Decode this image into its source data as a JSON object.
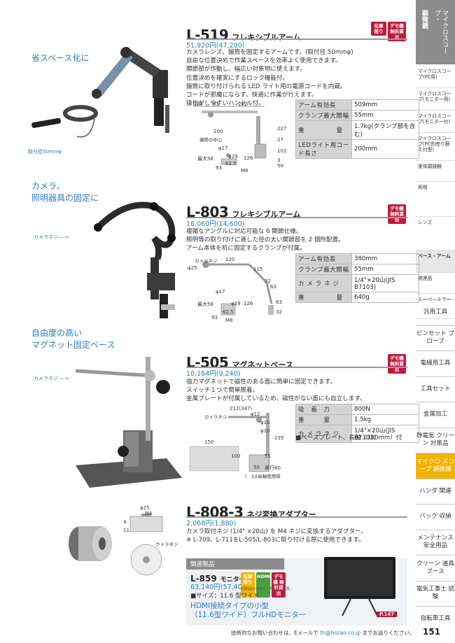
{
  "sidebar": {
    "header_sub": "顕微鏡",
    "header_main": "マイクロスコープ・",
    "sub_items": [
      {
        "label": "マイクロスコープ(PC用)",
        "active": false
      },
      {
        "label": "マイクロスコープ(モニター用)",
        "active": false
      },
      {
        "label": "マイクロスコープ(モニター付)",
        "active": false
      },
      {
        "label": "マイクロスコープ(PC別売り据え付型)",
        "active": false
      },
      {
        "label": "実体顕微鏡",
        "active": false
      },
      {
        "label": "照明",
        "active": false
      },
      {
        "label": "レンズ",
        "active": false
      },
      {
        "label": "ベース・アーム",
        "active": true
      },
      {
        "label": "関連品",
        "active": false
      },
      {
        "label": "ルーペ・ミラー",
        "active": false
      }
    ],
    "categories": [
      {
        "label": "汎用工具",
        "active": false
      },
      {
        "label": "ピンセット プローブ",
        "active": false
      },
      {
        "label": "電線用工具",
        "active": false
      },
      {
        "label": "工具セット",
        "active": false
      },
      {
        "label": "金属加工",
        "active": false
      },
      {
        "label": "静電気 クリーン 対策品",
        "active": false
      },
      {
        "label": "マイクロ スコープ 顕微鏡",
        "active": true
      },
      {
        "label": "ハンダ 関連",
        "active": false
      },
      {
        "label": "バッグ 収納",
        "active": false
      },
      {
        "label": "メンテナンス 安全用品",
        "active": false
      },
      {
        "label": "クリーン 道具ブース",
        "active": false
      },
      {
        "label": "電気工事士 試験",
        "active": false
      },
      {
        "label": "自転車工具",
        "active": false
      }
    ]
  },
  "products": {
    "l519": {
      "caption": "省スペース化に",
      "code": "L-519",
      "name": "フレキシブルアーム",
      "price": "51,920円(47,200)",
      "badge1": "在庫 限り",
      "badge2": "デモ機 無料貸出",
      "desc": [
        "カメラレンズ、鏡筒を固定するアームです。(取付径 50mmφ)",
        "自由な位置決めで作業スペースを効率よく使用できます。",
        "関節部が作動し、幅広い対象物に使えます。",
        "位置決めを確実にするロック機能付。",
        "鏡筒に取り付けられる LED ライト用の電源コードを内蔵。",
        "コードが邪魔にならず、快適に作業が行えます。",
        "操作がしやすいハンドル付。"
      ],
      "photo_label": "取付径50mmφ",
      "specs": [
        {
          "k": "アーム有効長",
          "v": "509mm"
        },
        {
          "k": "クランプ最大開幅",
          "v": "55mm"
        },
        {
          "k": "重　　　　　量",
          "v": "1.7kg(クランプ部を含む)"
        },
        {
          "k": "LEDライト用コード長さ",
          "v": "200mm"
        }
      ],
      "dims": {
        "d1": "124",
        "d2": "81",
        "d3": "282",
        "d4": "200",
        "d5": "227",
        "d6": "27",
        "d7": "101",
        "d8": "3",
        "d9": "50",
        "center": "鏡筒の中心",
        "phi17": "φ17",
        "max56": "最大56",
        "phi29": "φ29",
        "d10": "62.5",
        "d11": "126",
        "d12": "93",
        "m8": "M8"
      }
    },
    "l803": {
      "caption": "カメラ、\n照明器具の固定に",
      "code": "L-803",
      "name": "フレキシブルアーム",
      "price": "16,060円(14,600)",
      "badge2": "デモ機 無料貸出",
      "desc": [
        "複雑なアングルに対応可能な 6 関節仕様。",
        "照明等の取り付けに適した径の太い関節部を 2 個所配置。",
        "アーム本体を机に固定するクランプが付属。"
      ],
      "photo_label": "カメラネジ",
      "specs": [
        {
          "k": "アーム有効長",
          "v": "380mm"
        },
        {
          "k": "クランプ最大開幅",
          "v": "55mm"
        },
        {
          "k": "カ メ ラ ネ ジ",
          "v": "1/4\"×20山(JIS B7103)"
        },
        {
          "k": "重　　　　　量",
          "v": "640g"
        }
      ],
      "dims": {
        "cam": "カメラネジ",
        "phi25": "φ25",
        "d1": "120",
        "d2": "115",
        "d3": "32",
        "d4": "63",
        "phi17": "φ17",
        "max56": "最大56",
        "phi29": "φ29",
        "d5": "126",
        "d6": "62.5",
        "d7": "93",
        "m8": "M8",
        "d8": "63",
        "d9": "32"
      }
    },
    "l505": {
      "caption": "自由度の高い\nマグネット固定ベース",
      "code": "L-505",
      "name": "マグネットベース",
      "price": "10,164円(9,240)",
      "badge2": "デモ機 無料貸出",
      "desc": [
        "強力マグネットで磁性のある面に簡単に固定できます。",
        "スイッチ１つで簡単脱着。",
        "金属プレートが付属しているため、磁性がない面にも自立します。"
      ],
      "photo_label": "カメラネジ",
      "specs": [
        {
          "k": "吸　着　力",
          "v": "800N"
        },
        {
          "k": "重　　　量",
          "v": "1.5kg"
        },
        {
          "k": "カ メ ラ ネ ジ",
          "v": "1/4\"×20山(JIS B7103)"
        }
      ],
      "note": "■ベースプレート、長軸（300mm）付",
      "dims": {
        "d1": "212(347)",
        "cam": "カメラネジ",
        "phi12": "φ12",
        "phi10a": "φ10",
        "phi10b": "φ10",
        "d2": "235",
        "d3": "150",
        "d4": "100",
        "d5": "55",
        "d6": "50",
        "depth": "奥行60",
        "paren": "(　)は長軸使用時"
      }
    },
    "l8083": {
      "code": "L-808-3",
      "name": "ネジ変換アダプター",
      "price": "2,068円(1,880)",
      "desc": [
        "カメラ取付ネジ (1/4\" ×20山) を M4 ネジに変換するアダプター。",
        "※ L-709、L-711をL-505/L-803に取り付ける際に使用できます。"
      ],
      "dims": {
        "phi25": "φ25",
        "m4": "M4",
        "d1": "4",
        "d2": "11",
        "cam": "カメラネジ"
      }
    }
  },
  "related": {
    "header": "関連製品",
    "code": "L-859",
    "name": "モニター",
    "price": "63,140円(57,400)",
    "badges": [
      "在庫 限り",
      "HDMI",
      "デモ機 無料貸出"
    ],
    "badge_note": "在庫品は仕様で、予告なく変更。",
    "size": "■サイズ：11.6 型ワイド",
    "tagline1": "HDMI接続タイプの小型",
    "tagline2": "（11.6型ワイド）フルHDモニター",
    "page_ref": "P.147"
  },
  "footer": {
    "text": "技術的なお問い合わせは、Eメールで",
    "email": "th@hozan.co.jp",
    "text2": "までお送りください。",
    "page": "151"
  },
  "colors": {
    "accent_blue": "#2a7bbf",
    "badge_red": "#c2183a",
    "sidebar_gray": "#8c8c8c",
    "active_yellow": "#f4b300"
  }
}
